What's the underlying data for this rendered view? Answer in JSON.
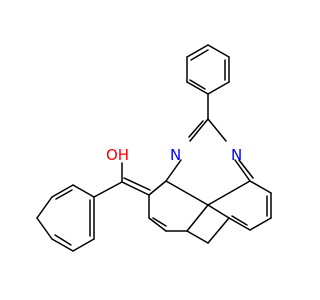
{
  "molecule": {
    "atoms": [
      {
        "id": "O1",
        "element": "O",
        "label": "OH",
        "color": "#ff0000"
      },
      {
        "id": "N1",
        "element": "N",
        "label": "N",
        "color": "#0000ff"
      },
      {
        "id": "N2",
        "element": "N",
        "label": "N",
        "color": "#0000ff"
      }
    ],
    "bond_color": "#000000"
  }
}
